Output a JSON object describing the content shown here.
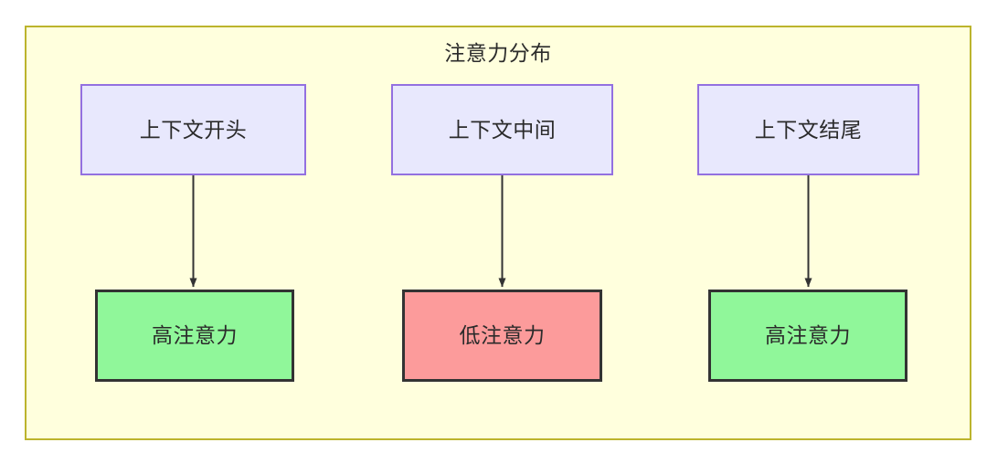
{
  "diagram": {
    "title": "注意力分布",
    "background_color": "#ffffdd",
    "border_color": "#bcb42d",
    "type": "flowchart",
    "nodes": [
      {
        "id": "ctx-start",
        "label": "上下文开头",
        "group": "context",
        "fill": "#e8e8fd",
        "stroke": "#9370e0"
      },
      {
        "id": "ctx-mid",
        "label": "上下文中间",
        "group": "context",
        "fill": "#e8e8fd",
        "stroke": "#9370e0"
      },
      {
        "id": "ctx-end",
        "label": "上下文结尾",
        "group": "context",
        "fill": "#e8e8fd",
        "stroke": "#9370e0"
      },
      {
        "id": "att-start",
        "label": "高注意力",
        "group": "attention-high",
        "fill": "#90f79a",
        "stroke": "#333333"
      },
      {
        "id": "att-mid",
        "label": "低注意力",
        "group": "attention-low",
        "fill": "#fc9b9b",
        "stroke": "#333333"
      },
      {
        "id": "att-end",
        "label": "高注意力",
        "group": "attention-high",
        "fill": "#90f79a",
        "stroke": "#333333"
      }
    ],
    "edges": [
      {
        "from": "ctx-start",
        "to": "att-start",
        "style": "solid-arrow"
      },
      {
        "from": "ctx-mid",
        "to": "att-mid",
        "style": "solid-arrow"
      },
      {
        "from": "ctx-end",
        "to": "att-end",
        "style": "solid-arrow"
      }
    ]
  }
}
